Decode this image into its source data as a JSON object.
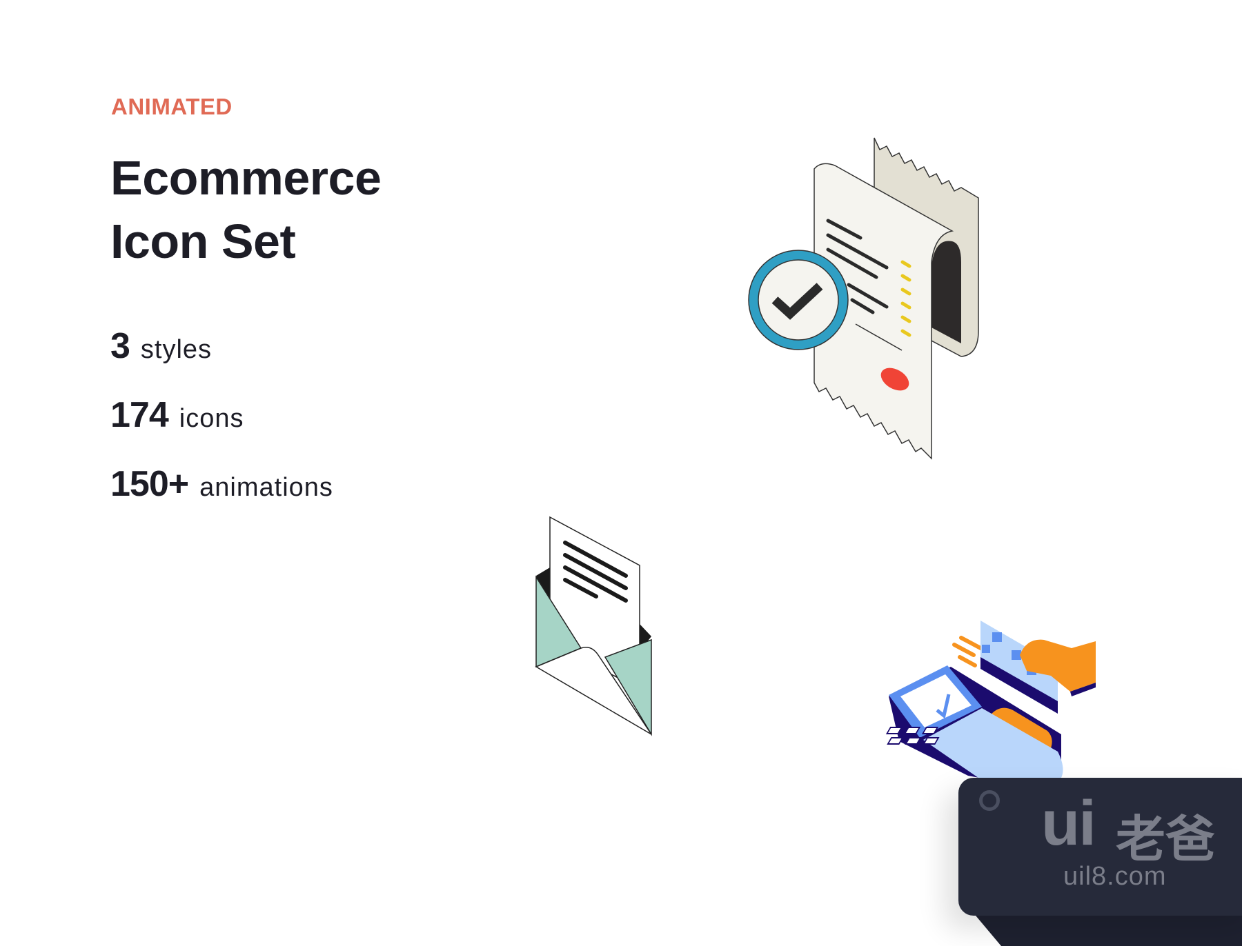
{
  "eyebrow": "ANIMATED",
  "title_line1": "Ecommerce",
  "title_line2": "Icon Set",
  "stats": [
    {
      "value": "3",
      "label": "styles"
    },
    {
      "value": "174",
      "label": "icons"
    },
    {
      "value": "150+",
      "label": "animations"
    }
  ],
  "illustrations": [
    "receipt-check-icon",
    "open-envelope-icon",
    "card-payment-terminal-icon"
  ],
  "watermark": {
    "logo": "ui",
    "logo_cn": "老爸",
    "url": "uil8.com"
  },
  "colors": {
    "accent": "#e06a55",
    "text": "#1d1d26",
    "check_ring": "#2f9fc4",
    "pos_navy": "#1b0b6e",
    "pos_blue": "#5b8ff0",
    "pos_orange": "#f7931e",
    "envelope_green": "#a6d4c6"
  }
}
